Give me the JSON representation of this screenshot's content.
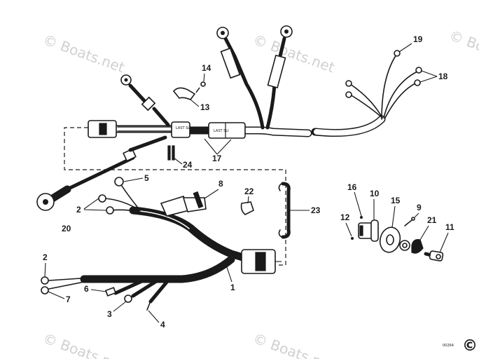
{
  "watermark": "© Boats.net",
  "figure_number": "00264",
  "corner_symbol": "©",
  "sleeve_labels": [
    "LAST SLI",
    "LAST SLI"
  ],
  "callouts": {
    "c1": "1",
    "c2a": "2",
    "c2b": "2",
    "c3": "3",
    "c4": "4",
    "c5": "5",
    "c6": "6",
    "c7": "7",
    "c8": "8",
    "c9": "9",
    "c10": "10",
    "c11": "11",
    "c12": "12",
    "c13": "13",
    "c14": "14",
    "c15": "15",
    "c16": "16",
    "c17": "17",
    "c18": "18",
    "c19": "19",
    "c20": "20",
    "c21": "21",
    "c22": "22",
    "c23": "23",
    "c24": "24"
  }
}
